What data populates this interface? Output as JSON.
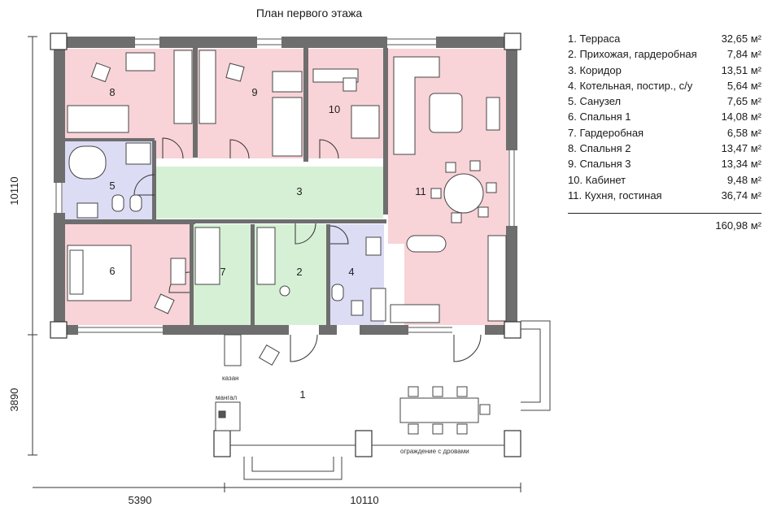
{
  "title": "План первого этажа",
  "rooms": [
    {
      "num": "1",
      "name": "Терраса",
      "area": "32,65 м²"
    },
    {
      "num": "2",
      "name": "Прихожая, гардеробная",
      "area": "7,84 м²"
    },
    {
      "num": "3",
      "name": "Коридор",
      "area": "13,51 м²"
    },
    {
      "num": "4",
      "name": "Котельная, постир., с/у",
      "area": "5,64 м²"
    },
    {
      "num": "5",
      "name": "Санузел",
      "area": "7,65 м²"
    },
    {
      "num": "6",
      "name": "Спальня 1",
      "area": "14,08 м²"
    },
    {
      "num": "7",
      "name": "Гардеробная",
      "area": "6,58 м²"
    },
    {
      "num": "8",
      "name": "Спальня 2",
      "area": "13,47 м²"
    },
    {
      "num": "9",
      "name": "Спальня 3",
      "area": "13,34 м²"
    },
    {
      "num": "10",
      "name": "Кабинет",
      "area": "9,48 м²"
    },
    {
      "num": "11",
      "name": "Кухня, гостиная",
      "area": "36,74 м²"
    }
  ],
  "legend_rows": [
    {
      "label": "1. Терраса",
      "area": "32,65 м²"
    },
    {
      "label": "2. Прихожая, гардеробная",
      "area": "7,84 м²"
    },
    {
      "label": "3. Коридор",
      "area": "13,51 м²"
    },
    {
      "label": "4. Котельная, постир., с/у",
      "area": "5,64 м²"
    },
    {
      "label": "5. Санузел",
      "area": "7,65 м²"
    },
    {
      "label": "6. Спальня 1",
      "area": "14,08 м²"
    },
    {
      "label": "7. Гардеробная",
      "area": "6,58 м²"
    },
    {
      "label": "8. Спальня 2",
      "area": "13,47 м²"
    },
    {
      "label": "9. Спальня 3",
      "area": "13,34 м²"
    },
    {
      "label": "10. Кабинет",
      "area": "9,48 м²"
    },
    {
      "label": "11. Кухня, гостиная",
      "area": "36,74 м²"
    }
  ],
  "total_area": "160,98 м²",
  "dimensions": {
    "left_height": "10110",
    "left_terrace": "3890",
    "bottom_left": "5390",
    "bottom_width": "10110"
  },
  "annotations": {
    "kazan": "казан",
    "mangal": "мангал",
    "fence": "ограждение с дровами"
  },
  "colors": {
    "bedroom": "#f8d3d8",
    "wet": "#dcdcf5",
    "corridor": "#d6f0d6",
    "wall": "#6e6e6e"
  }
}
